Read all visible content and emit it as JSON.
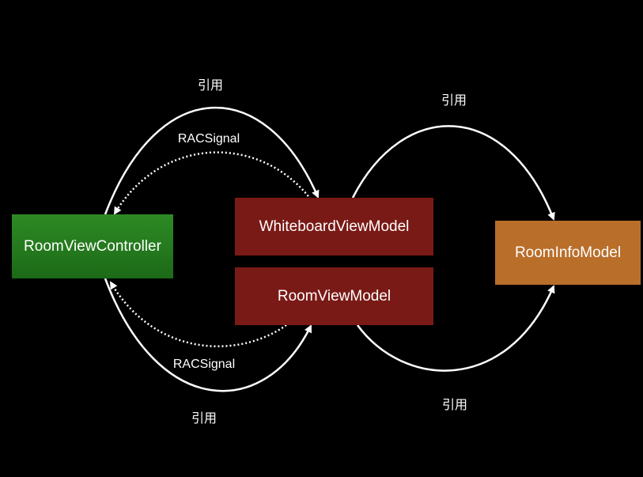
{
  "nodes": {
    "room_view_controller": "RoomViewController",
    "whiteboard_view_model": "WhiteboardViewModel",
    "room_view_model": "RoomViewModel",
    "room_info_model": "RoomInfoModel"
  },
  "edge_labels": {
    "ref_top_left": "引用",
    "ref_top_right": "引用",
    "ref_bottom_left": "引用",
    "ref_bottom_right": "引用",
    "signal_top": "RACSignal",
    "signal_bottom": "RACSignal"
  },
  "colors": {
    "background": "#000000",
    "controller": "#22791b",
    "view_model": "#7a1a16",
    "info_model": "#b96e2a",
    "edge": "#ffffff"
  }
}
